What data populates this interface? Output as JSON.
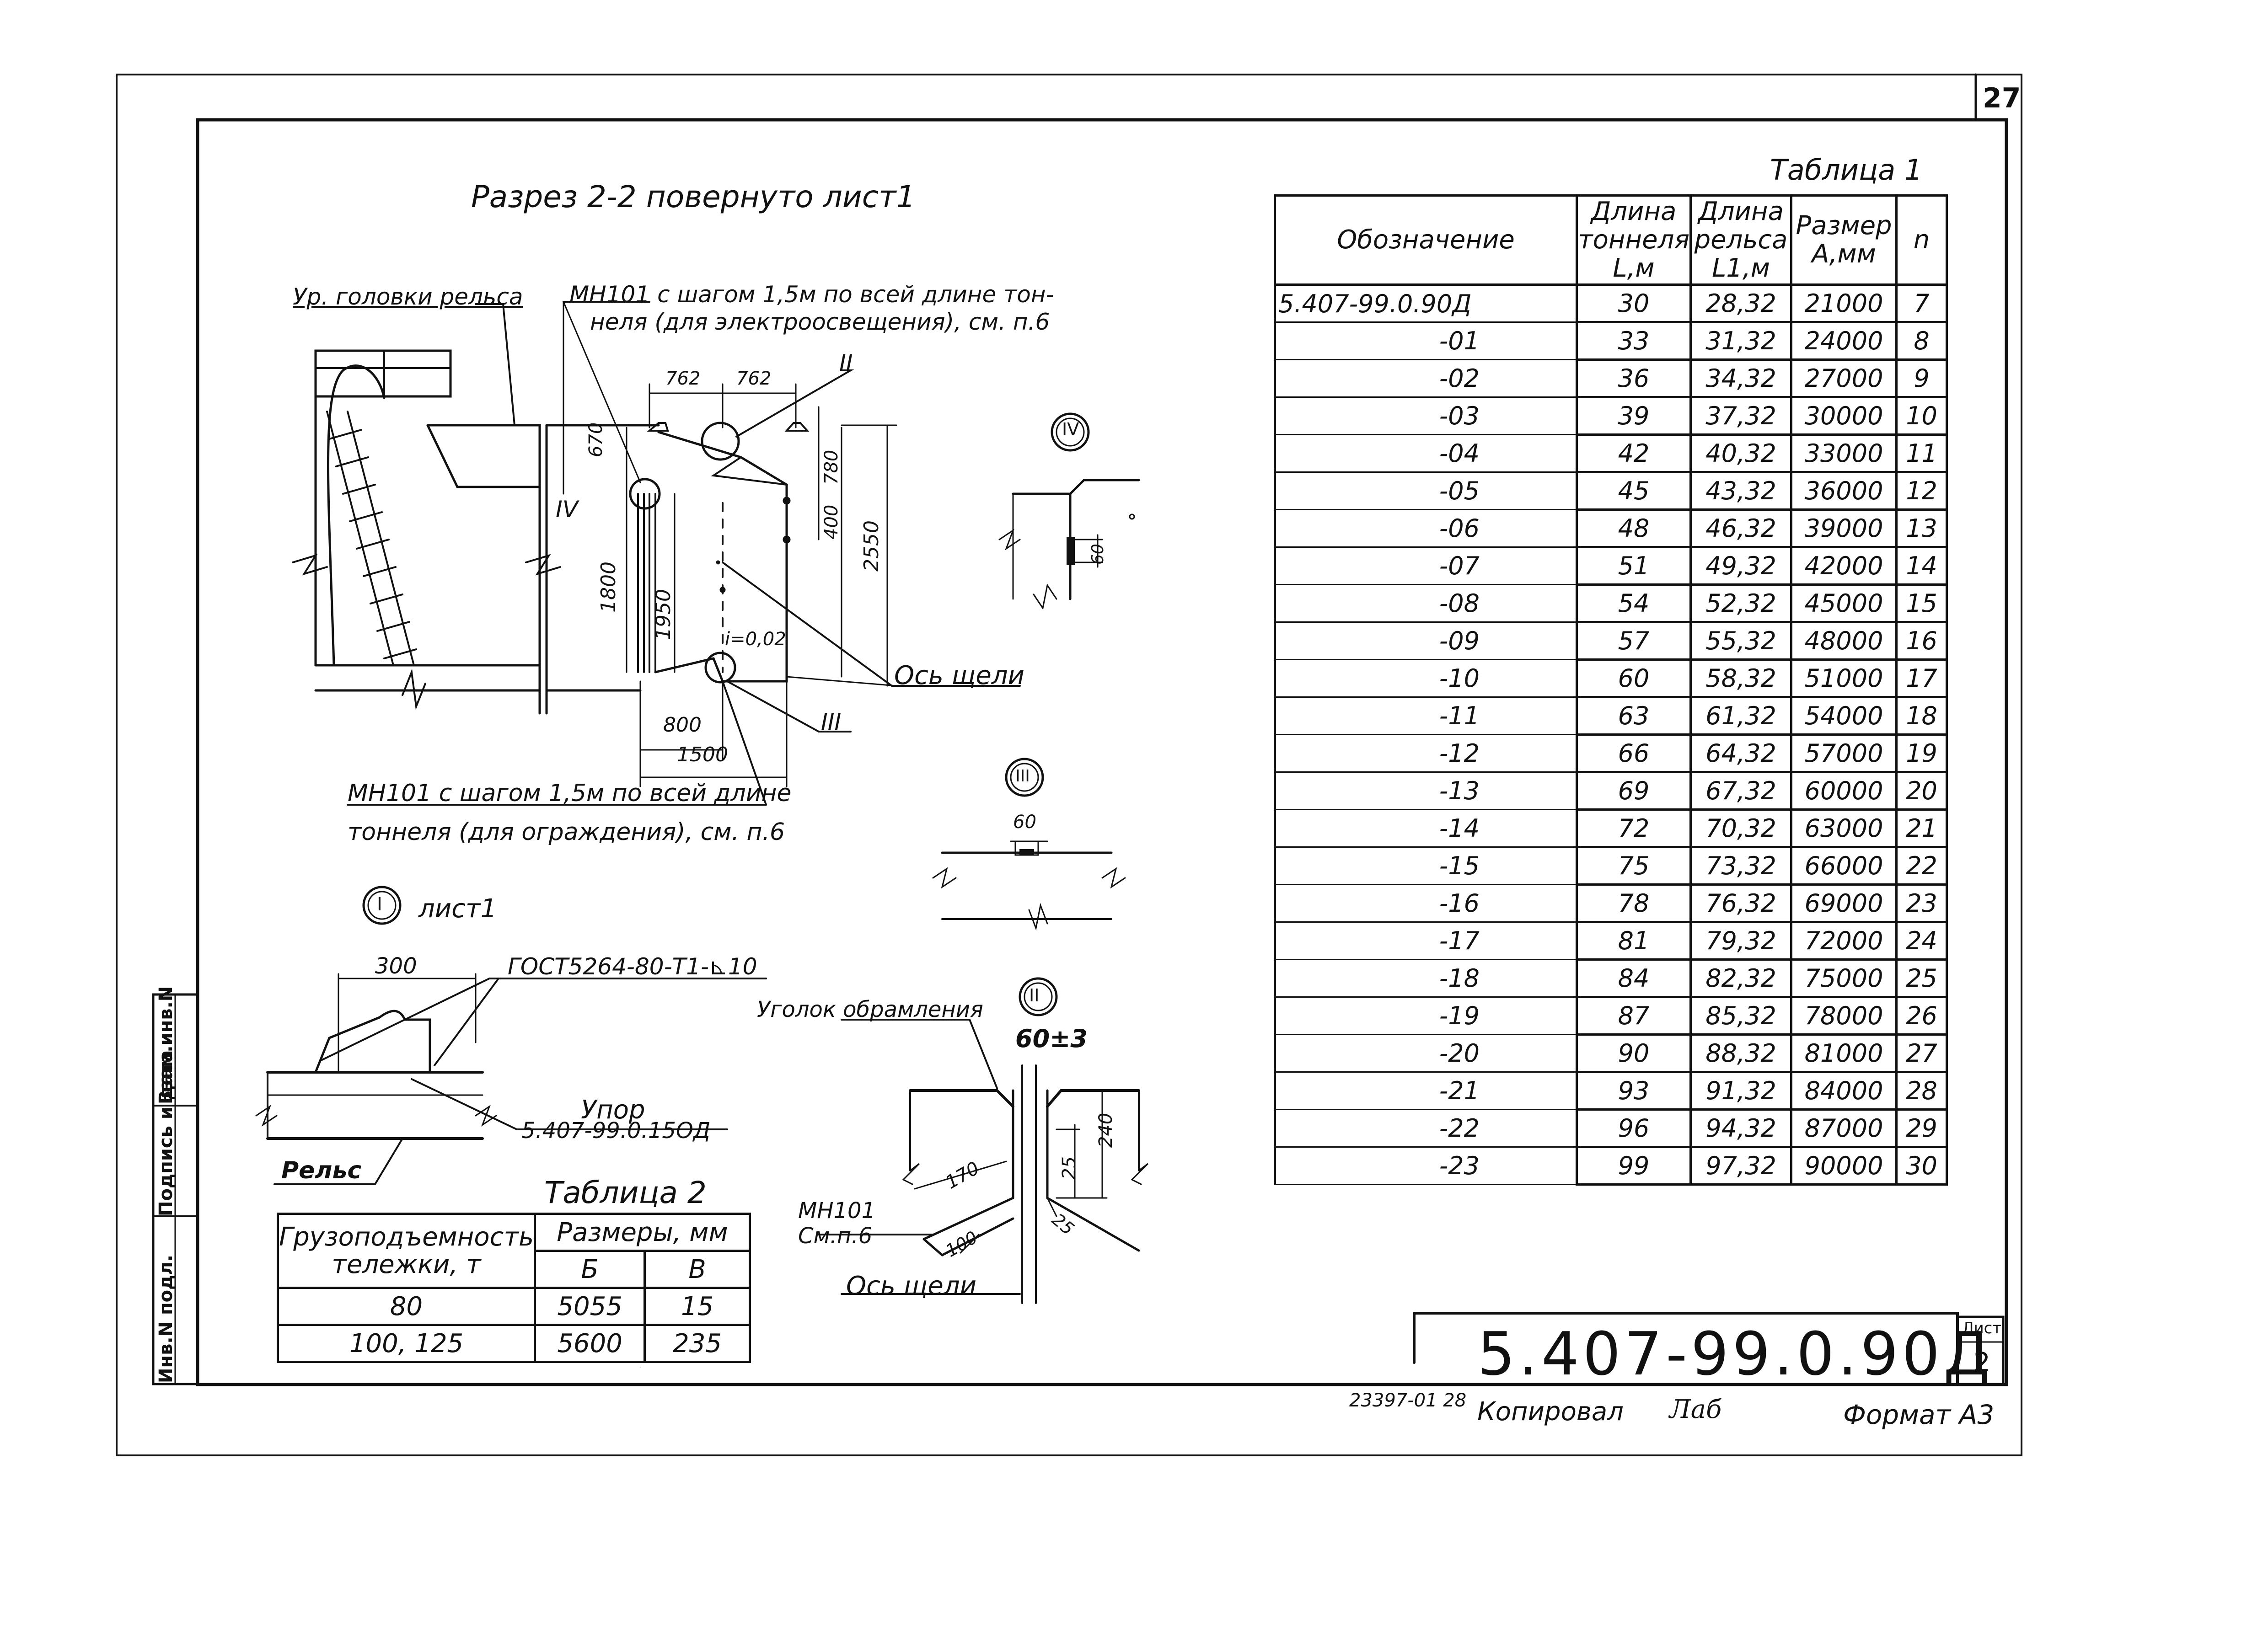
{
  "sheet": {
    "page_number": "27",
    "sheet_label": "Лист",
    "sheet_number": "2",
    "document_code": "5.407-99.0.90Д",
    "copied_note": "23397-01 28",
    "copied_label": "Копировал",
    "signature": "Лаб",
    "format_label": "Формат А3",
    "side_stamp": [
      "Инв.N подл.",
      "Подпись и дата",
      "Взам.инв.N"
    ]
  },
  "section": {
    "title": "Разрез 2-2 повернуто лист1",
    "rail_level": "Ур. головки рельса",
    "note_top_line1": "МН101 с шагом 1,5м по всей длине тон-",
    "note_top_line2": "неля (для электроосвещения), см. п.6",
    "note_bottom_line1": "МН101 с шагом 1,5м по всей длине",
    "note_bottom_line2": "тоннеля (для ограждения), см. п.6",
    "slot_axis": "Ось щели",
    "slope": "i=0,02",
    "dims": [
      "762",
      "762",
      "670",
      "780",
      "400",
      "2550",
      "1800",
      "1950",
      "800",
      "1500"
    ],
    "callouts": [
      "II",
      "IV",
      "III"
    ]
  },
  "detail_I": {
    "marker": "I",
    "ref": "лист1",
    "dim": "300",
    "weld": "ГОСТ5264-80-Т1-⊾10",
    "stop_label": "Упор",
    "stop_code": "5.407-99.0.15ОД",
    "rail_label": "Рельс"
  },
  "detail_IV": {
    "marker": "IV",
    "dim": "60"
  },
  "detail_III": {
    "marker": "III",
    "dim": "60"
  },
  "detail_II": {
    "marker": "II",
    "frame_label": "Уголок обрамления",
    "gap_dim": "60±3",
    "dims": [
      "25",
      "240",
      "170",
      "100",
      "25"
    ],
    "part_label": "МН101",
    "part_ref": "См.п.6",
    "slot_axis": "Ось щели"
  },
  "table1": {
    "title": "Таблица 1",
    "headers": [
      "Обозначение",
      "Длина тоннеля L,м",
      "Длина рельса L1,м",
      "Размер А,мм",
      "n"
    ],
    "rows": [
      [
        "5.407-99.0.90Д",
        "30",
        "28,32",
        "21000",
        "7"
      ],
      [
        "-01",
        "33",
        "31,32",
        "24000",
        "8"
      ],
      [
        "-02",
        "36",
        "34,32",
        "27000",
        "9"
      ],
      [
        "-03",
        "39",
        "37,32",
        "30000",
        "10"
      ],
      [
        "-04",
        "42",
        "40,32",
        "33000",
        "11"
      ],
      [
        "-05",
        "45",
        "43,32",
        "36000",
        "12"
      ],
      [
        "-06",
        "48",
        "46,32",
        "39000",
        "13"
      ],
      [
        "-07",
        "51",
        "49,32",
        "42000",
        "14"
      ],
      [
        "-08",
        "54",
        "52,32",
        "45000",
        "15"
      ],
      [
        "-09",
        "57",
        "55,32",
        "48000",
        "16"
      ],
      [
        "-10",
        "60",
        "58,32",
        "51000",
        "17"
      ],
      [
        "-11",
        "63",
        "61,32",
        "54000",
        "18"
      ],
      [
        "-12",
        "66",
        "64,32",
        "57000",
        "19"
      ],
      [
        "-13",
        "69",
        "67,32",
        "60000",
        "20"
      ],
      [
        "-14",
        "72",
        "70,32",
        "63000",
        "21"
      ],
      [
        "-15",
        "75",
        "73,32",
        "66000",
        "22"
      ],
      [
        "-16",
        "78",
        "76,32",
        "69000",
        "23"
      ],
      [
        "-17",
        "81",
        "79,32",
        "72000",
        "24"
      ],
      [
        "-18",
        "84",
        "82,32",
        "75000",
        "25"
      ],
      [
        "-19",
        "87",
        "85,32",
        "78000",
        "26"
      ],
      [
        "-20",
        "90",
        "88,32",
        "81000",
        "27"
      ],
      [
        "-21",
        "93",
        "91,32",
        "84000",
        "28"
      ],
      [
        "-22",
        "96",
        "94,32",
        "87000",
        "29"
      ],
      [
        "-23",
        "99",
        "97,32",
        "90000",
        "30"
      ]
    ]
  },
  "table2": {
    "title": "Таблица 2",
    "header_capacity": "Грузоподъемность тележки, т",
    "header_dims": "Размеры, мм",
    "col_b": "Б",
    "col_v": "В",
    "rows": [
      [
        "80",
        "5055",
        "15"
      ],
      [
        "100, 125",
        "5600",
        "235"
      ]
    ]
  }
}
